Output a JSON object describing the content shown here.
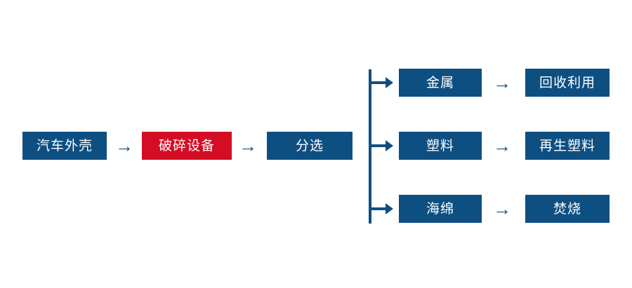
{
  "diagram": {
    "type": "process-flowchart",
    "orientation": "left-to-right",
    "background_color": "#ffffff",
    "colors": {
      "node_fill": "#0e4f82",
      "node_accent_fill": "#d40d24",
      "node_text": "#ffffff",
      "connector": "#0e4f82"
    },
    "main_chain": [
      {
        "id": "car-shell",
        "label": "汽车外壳",
        "style": "primary"
      },
      {
        "id": "crushing-equip",
        "label": "破碎设备",
        "style": "accent"
      },
      {
        "id": "sorting",
        "label": "分选",
        "style": "primary"
      }
    ],
    "branches": [
      {
        "id": "metal",
        "material": {
          "id": "metal-material",
          "label": "金属",
          "style": "primary"
        },
        "outcome": {
          "id": "metal-outcome",
          "label": "回收利用",
          "style": "primary"
        }
      },
      {
        "id": "plastic",
        "material": {
          "id": "plastic-material",
          "label": "塑料",
          "style": "primary"
        },
        "outcome": {
          "id": "plastic-outcome",
          "label": "再生塑料",
          "style": "primary"
        }
      },
      {
        "id": "sponge",
        "material": {
          "id": "sponge-material",
          "label": "海绵",
          "style": "primary"
        },
        "outcome": {
          "id": "sponge-outcome",
          "label": "焚烧",
          "style": "primary"
        }
      }
    ],
    "connectors": {
      "inline_arrow_glyph": "→",
      "branch_arrow_icon": "branch-arrow-icon",
      "trunk_icon": "vertical-trunk-line"
    }
  }
}
